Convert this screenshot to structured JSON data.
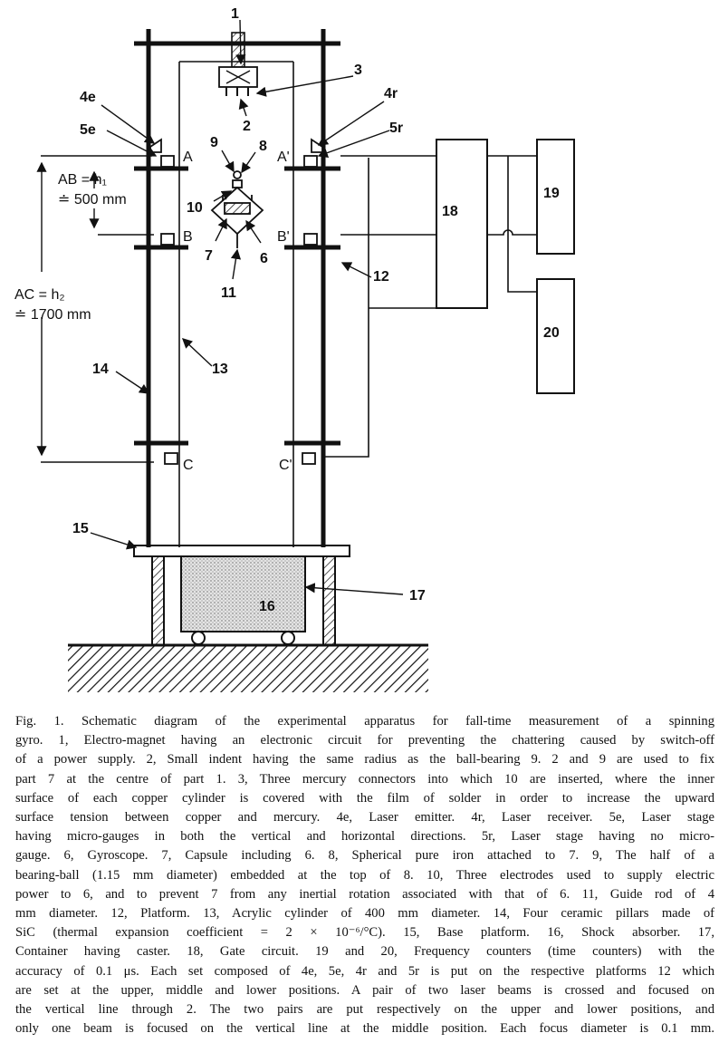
{
  "figure": {
    "labels": {
      "n1": "1",
      "n2": "2",
      "n3": "3",
      "n4e": "4e",
      "n4r": "4r",
      "n5e": "5e",
      "n5r": "5r",
      "n6": "6",
      "n7": "7",
      "n8": "8",
      "n9": "9",
      "n10": "10",
      "n11": "11",
      "n12": "12",
      "n13": "13",
      "n14": "14",
      "n15": "15",
      "n16": "16",
      "n17": "17",
      "n18": "18",
      "n19": "19",
      "n20": "20",
      "A": "A",
      "A_prime": "A'",
      "B": "B",
      "B_prime": "B'",
      "C": "C",
      "C_prime": "C'"
    },
    "dimensions": {
      "ab_line1": "AB = h₁",
      "ab_line2": "≐ 500 mm",
      "ac_line1": "AC = h₂",
      "ac_line2": "≐ 1700 mm"
    }
  },
  "caption": {
    "lines": [
      "Fig. 1.   Schematic diagram of the experimental apparatus for fall-time measurement of a spinning",
      "gyro. 1, Electro-magnet having an electronic circuit for preventing the chattering caused by switch-off",
      "of a power supply. 2, Small indent having the same radius as the ball-bearing 9. 2 and 9 are used to fix",
      "part 7 at the centre of part 1. 3, Three mercury connectors into which 10 are inserted, where the inner",
      "surface of each copper cylinder is covered with the film of solder in order to increase the upward",
      "surface tension between copper and mercury. 4e, Laser emitter. 4r, Laser receiver. 5e, Laser stage",
      "having micro-gauges in both the vertical and horizontal directions. 5r, Laser stage having no micro-",
      "gauge. 6, Gyroscope. 7, Capsule including 6. 8, Spherical pure iron attached to 7. 9, The half of a",
      "bearing-ball (1.15 mm diameter) embedded at the top of 8. 10, Three electrodes used to supply electric",
      "power to 6, and to prevent 7 from any inertial rotation associated with that of 6. 11, Guide rod of 4",
      "mm diameter. 12, Platform. 13, Acrylic cylinder of 400 mm diameter. 14, Four ceramic pillars made of",
      "SiC (thermal expansion coefficient = 2 × 10⁻⁶/°C). 15, Base platform. 16, Shock absorber. 17,",
      "Container having caster. 18, Gate circuit. 19 and 20, Frequency counters (time counters) with the",
      "accuracy of 0.1 μs. Each set composed of 4e, 5e, 4r and 5r is put on the respective platforms 12 which",
      "are set at the upper, middle and lower positions. A pair of two laser beams is crossed and focused on",
      "the vertical line through 2. The two pairs are put respectively on the upper and lower positions, and",
      "only one beam is focused on the vertical line at the middle position. Each focus diameter is 0.1 mm."
    ]
  }
}
